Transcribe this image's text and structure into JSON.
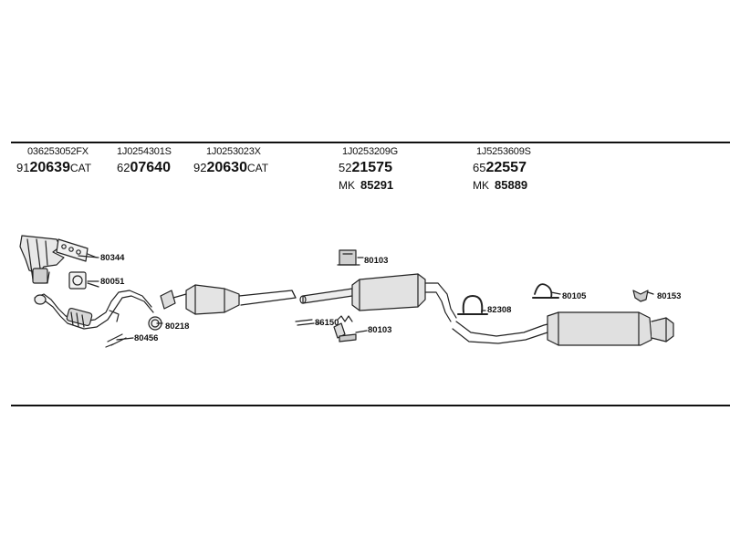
{
  "columns": [
    {
      "oem": "036253052FX",
      "prefix": "91",
      "number": "20639",
      "suffix": "CAT",
      "mk_label": "",
      "mk_number": ""
    },
    {
      "oem": "1J0254301S",
      "prefix": "62",
      "number": "07640",
      "suffix": "",
      "mk_label": "",
      "mk_number": ""
    },
    {
      "oem": "1J0253023X",
      "prefix": "92",
      "number": "20630",
      "suffix": "CAT",
      "mk_label": "",
      "mk_number": ""
    },
    {
      "oem": "1J0253209G",
      "prefix": "52",
      "number": "21575",
      "suffix": "",
      "mk_label": "MK",
      "mk_number": "85291"
    },
    {
      "oem": "1J5253609S",
      "prefix": "65",
      "number": "22557",
      "suffix": "",
      "mk_label": "MK",
      "mk_number": "85889"
    }
  ],
  "part_labels": {
    "p80344": "80344",
    "p80051": "80051",
    "p80218": "80218",
    "p80456": "80456",
    "p80103a": "80103",
    "p86150": "86150",
    "p80103b": "80103",
    "p82308": "82308",
    "p80105": "80105",
    "p80153": "80153"
  }
}
